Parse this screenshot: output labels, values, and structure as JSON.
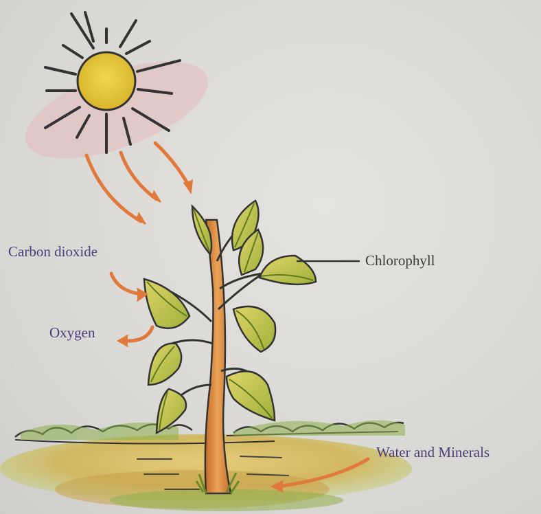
{
  "labels": {
    "carbon_dioxide": "Carbon dioxide",
    "oxygen": "Oxygen",
    "chlorophyll": "Chlorophyll",
    "water_minerals": "Water and Minerals"
  },
  "colors": {
    "sun": "#e8c93a",
    "leaf": "#c9c24a",
    "leaf_dark": "#6a8a2a",
    "stem": "#d88a3a",
    "arrow": "#e07a3c",
    "ground": "#8fb04a"
  }
}
